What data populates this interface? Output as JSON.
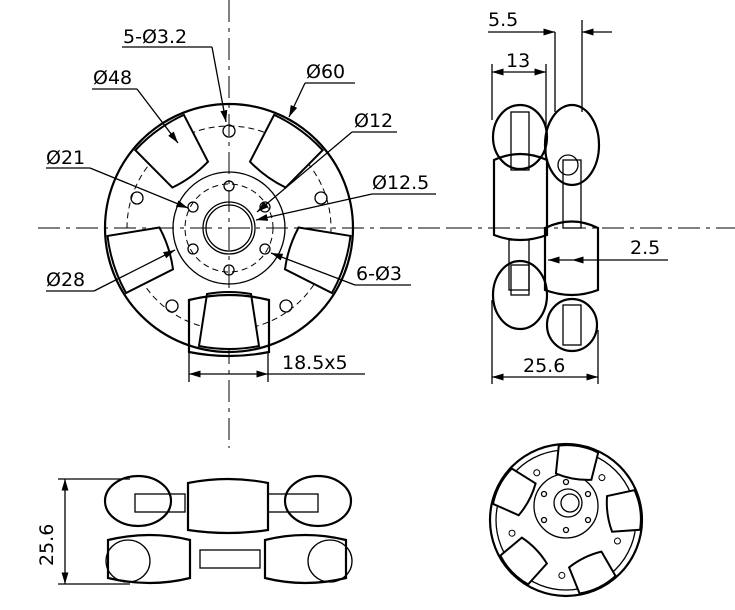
{
  "front_view": {
    "labels": {
      "holes_5": "5-Ø3.2",
      "dia_48": "Ø48",
      "dia_60": "Ø60",
      "dia_12": "Ø12",
      "dia_21": "Ø21",
      "dia_12_5": "Ø12.5",
      "dia_28": "Ø28",
      "holes_6": "6-Ø3",
      "slot": "18.5x5"
    }
  },
  "side_view": {
    "labels": {
      "dim_5_5": "5.5",
      "dim_13": "13",
      "dim_2_5": "2.5",
      "dim_25_6": "25.6"
    }
  },
  "bottom_view": {
    "labels": {
      "dim_25_6_vertical": "25.6"
    }
  },
  "colors": {
    "line": "#000000",
    "roller_fill": "#ffffff",
    "shade": "#777777"
  }
}
